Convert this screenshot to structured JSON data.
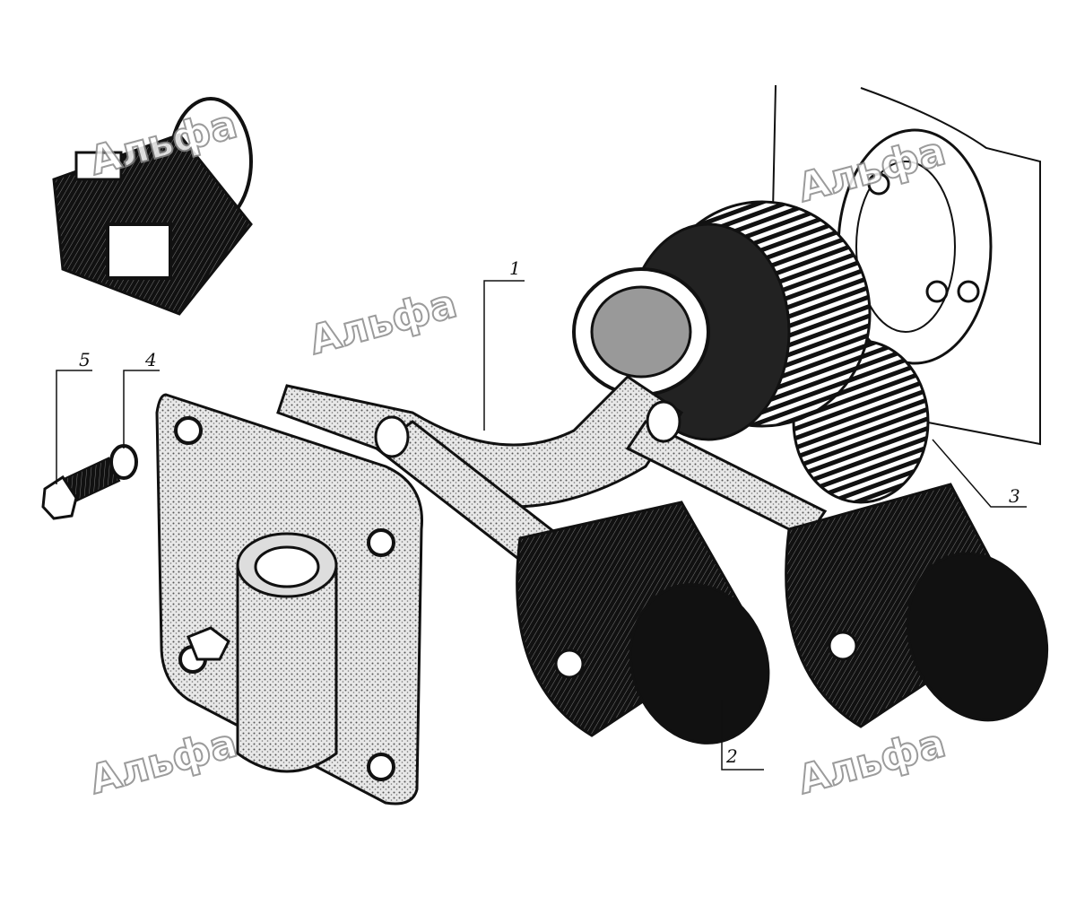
{
  "diagram": {
    "callouts": [
      {
        "label": "1",
        "part": "crankshaft"
      },
      {
        "label": "2",
        "part": "piston"
      },
      {
        "label": "3",
        "part": "gear"
      },
      {
        "label": "4",
        "part": "washer"
      },
      {
        "label": "5",
        "part": "bolt"
      }
    ],
    "watermark": "Альфа",
    "colors": {
      "ink": "#111111",
      "watermark_accent": "#f0b060",
      "paper": "#ffffff"
    }
  }
}
